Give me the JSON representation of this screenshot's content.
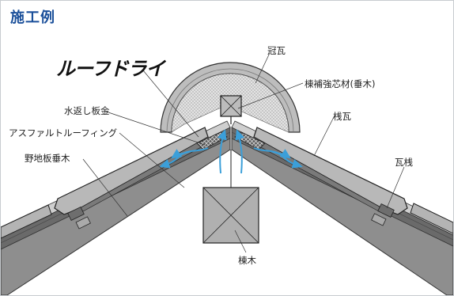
{
  "title": "施工例",
  "logo_text": "ルーフドライ",
  "labels": {
    "kanmuri_gawara": "冠瓦",
    "munegi_hokyo": "棟補強芯材(垂木)",
    "mizugaeshi": "水返し板金",
    "asphalt": "アスファルトルーフィング",
    "nojiita": "野地板垂木",
    "sangawara": "桟瓦",
    "kawarasan": "瓦桟",
    "munagi": "棟木"
  },
  "colors": {
    "title": "#1a4f9a",
    "airflow": "#3b9fd9",
    "sheathing": "#8c8c8c",
    "roofing": "#5a5a5a",
    "tile": "#b4b4b4"
  }
}
